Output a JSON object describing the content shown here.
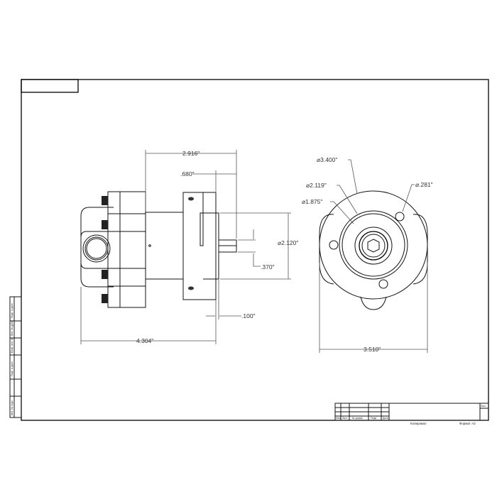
{
  "drawing": {
    "side_view": {
      "dim_overall_length": "2.916\"",
      "dim_flange_offset": ".680\"",
      "dim_pilot_diameter": "⌀2.120\"",
      "dim_shaft_flat": ".370\"",
      "dim_pilot_depth": ".100\"",
      "dim_total_length": "4.304\""
    },
    "front_view": {
      "dim_outer_diameter": "⌀3.400\"",
      "dim_bolt_circle": "⌀2.119\"",
      "dim_pilot": "⌀1.875\"",
      "dim_hole": "⌀.281\"",
      "dim_width": "3.510\""
    }
  },
  "title_block": {
    "headers": [
      "Изм.",
      "Лист",
      "№ докум.",
      "Подп.",
      "Дата"
    ],
    "sheet_label": "Лист",
    "copied_label": "Копировал",
    "format_label": "Формат A2"
  },
  "side_strip": [
    "Подп. и дата",
    "Инв. № дубл.",
    "Взам. инв. №",
    "Подп. и дата",
    "Инв. № подл."
  ]
}
